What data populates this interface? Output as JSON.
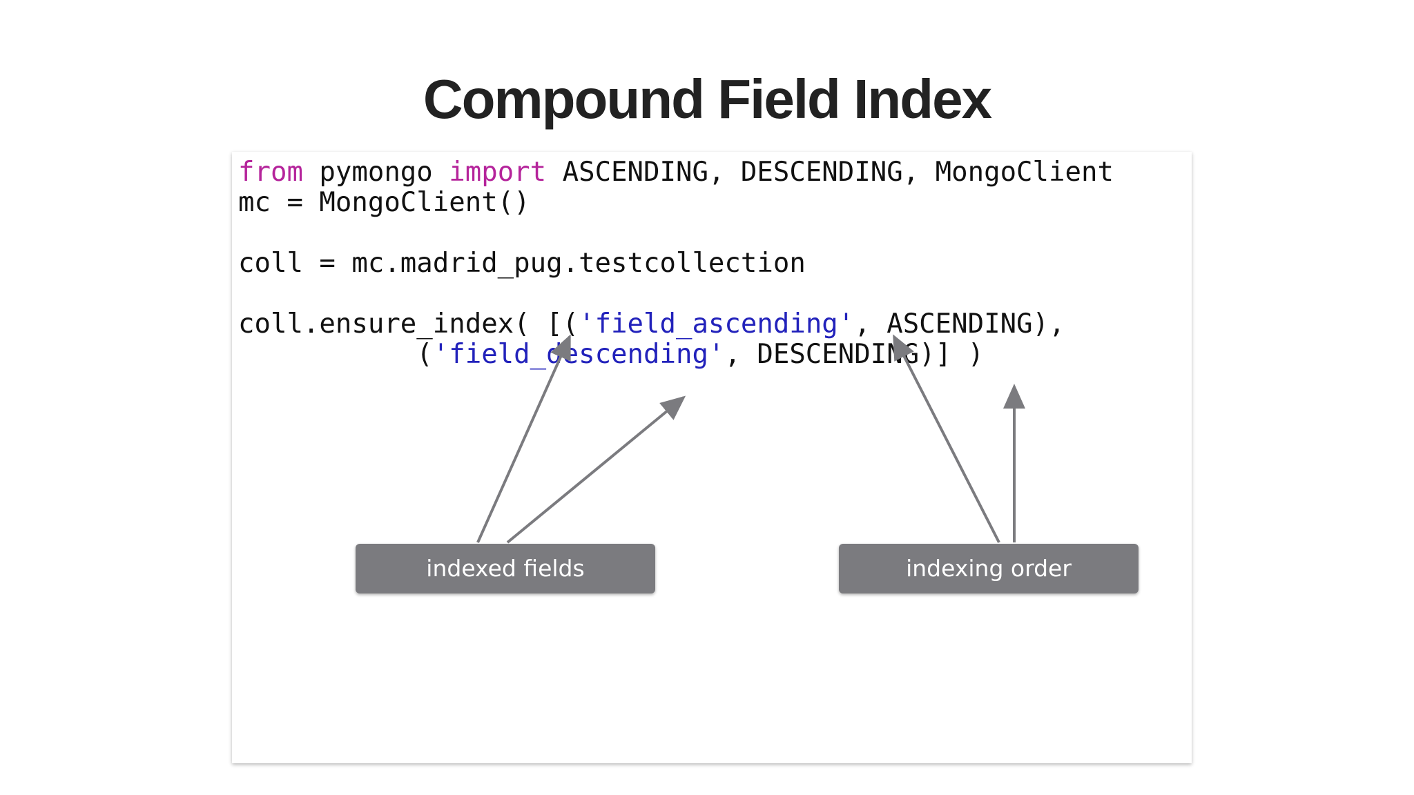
{
  "slide": {
    "title": "Compound Field Index"
  },
  "code": {
    "line1": {
      "kw_from": "from",
      "seg1": " pymongo ",
      "kw_import": "import",
      "seg2": " ASCENDING, DESCENDING, MongoClient"
    },
    "line2": "mc = MongoClient()",
    "line3": "",
    "line4": "coll = mc.madrid_pug.testcollection",
    "line5": "",
    "line6": {
      "seg1": "coll.ensure_index( [(",
      "str1": "'field_ascending'",
      "seg2": ", ASCENDING),"
    },
    "line7": {
      "seg1": "           (",
      "str1": "'field_descending'",
      "seg2": ", DESCENDING)] )"
    }
  },
  "labels": {
    "indexed_fields": "indexed fields",
    "indexing_order": "indexing order"
  },
  "colors": {
    "keyword": "#b5249b",
    "string": "#2222bb",
    "label_bg": "#7b7b7f",
    "arrow": "#7b7b7f"
  }
}
